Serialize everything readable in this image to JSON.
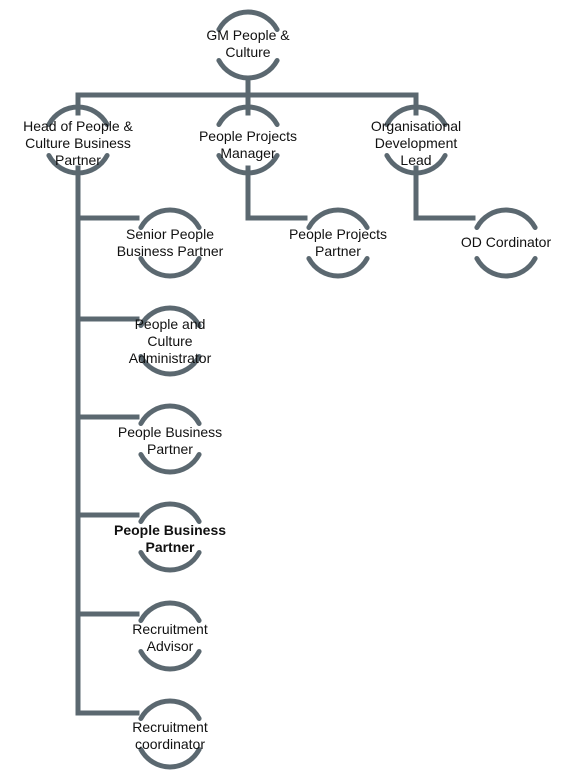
{
  "style": {
    "line_color": "#5b6870",
    "text_color": "#111111"
  },
  "nodes": {
    "gm": {
      "lines": [
        "GM People &",
        "Culture"
      ],
      "bold": false
    },
    "head": {
      "lines": [
        "Head of People &",
        "Culture Business",
        "Partner"
      ],
      "bold": false
    },
    "projects_manager": {
      "lines": [
        "People Projects",
        "Manager"
      ],
      "bold": false
    },
    "od_lead": {
      "lines": [
        "Organisational",
        "Development",
        "Lead"
      ],
      "bold": false
    },
    "senior_partner": {
      "lines": [
        "Senior People",
        "Business Partner"
      ],
      "bold": false
    },
    "projects_partner": {
      "lines": [
        "People Projects",
        "Partner"
      ],
      "bold": false
    },
    "od_coordinator": {
      "lines": [
        "OD Cordinator"
      ],
      "bold": false
    },
    "admin": {
      "lines": [
        "People and",
        "Culture",
        "Administrator"
      ],
      "bold": false
    },
    "business_partner_1": {
      "lines": [
        "People Business",
        "Partner"
      ],
      "bold": false
    },
    "business_partner_2": {
      "lines": [
        "People Business",
        "Partner"
      ],
      "bold": true
    },
    "recruitment_advisor": {
      "lines": [
        "Recruitment",
        "Advisor"
      ],
      "bold": false
    },
    "recruitment_coordinator": {
      "lines": [
        "Recruitment",
        "coordinator"
      ],
      "bold": false
    }
  }
}
